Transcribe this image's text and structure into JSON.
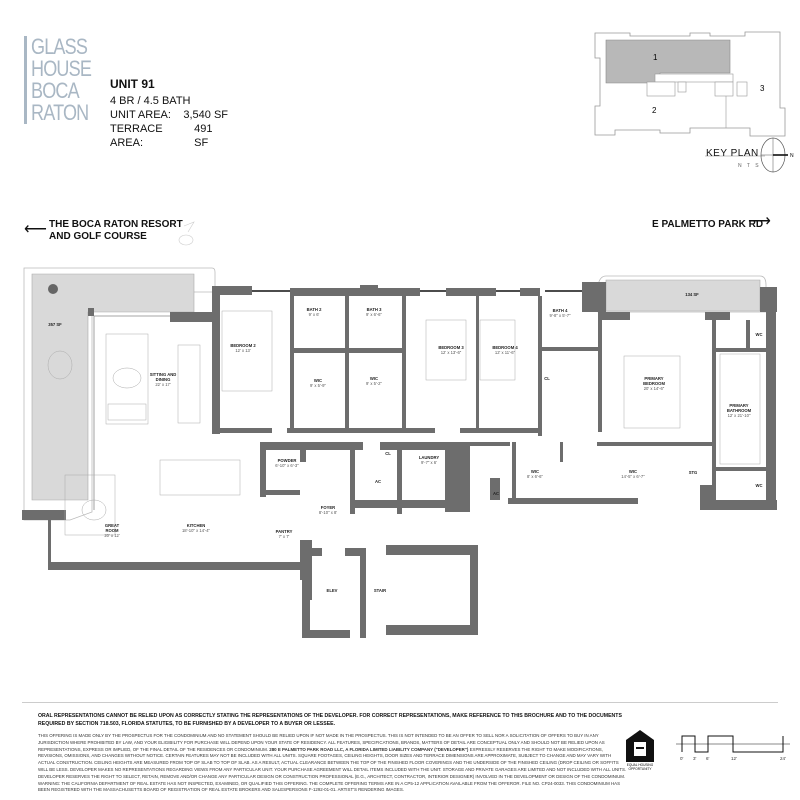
{
  "brand": {
    "logo_lines": [
      "GLASS",
      "HOUSE",
      "BOCA",
      "RATON"
    ],
    "accent_color": "#a9b7c4"
  },
  "unit_info": {
    "title": "UNIT 91",
    "bed_bath": "4 BR / 4.5 BATH",
    "unit_area_label": "UNIT AREA:",
    "unit_area_value": "3,540 SF",
    "terrace_area_label": "TERRACE AREA:",
    "terrace_area_value": "491 SF"
  },
  "key_plan": {
    "label": "KEY PLAN",
    "scale_note": "N T S",
    "north_label": "N",
    "units": [
      "1",
      "2",
      "3"
    ],
    "highlighted_unit": "1"
  },
  "directions": {
    "left_line1": "THE BOCA RATON RESORT",
    "left_line2": "AND GOLF COURSE",
    "right": "E PALMETTO PARK RD"
  },
  "rooms": [
    {
      "id": "terrace-west",
      "name": "357 SF",
      "dims": ""
    },
    {
      "id": "sitting-dining",
      "name": "SITTING AND DINING",
      "dims": "22' x 17'"
    },
    {
      "id": "bedroom-2",
      "name": "BEDROOM 2",
      "dims": "12' x 13'"
    },
    {
      "id": "bath-2",
      "name": "BATH 2",
      "dims": "9' x 6'"
    },
    {
      "id": "bath-3",
      "name": "BATH 3",
      "dims": "9' x 6'-6\""
    },
    {
      "id": "wic-2",
      "name": "WIC",
      "dims": "9' x 5'-9\""
    },
    {
      "id": "wic-3",
      "name": "WIC",
      "dims": "9' x 5'-2\""
    },
    {
      "id": "bedroom-3",
      "name": "BEDROOM 3",
      "dims": "12' x 13'-6\""
    },
    {
      "id": "bedroom-4",
      "name": "BEDROOM 4",
      "dims": "12' x 11'-6\""
    },
    {
      "id": "bath-4",
      "name": "BATH 4",
      "dims": "9'-8\" x 5'-7\""
    },
    {
      "id": "cl-1",
      "name": "CL",
      "dims": ""
    },
    {
      "id": "terrace-east",
      "name": "134 SF",
      "dims": ""
    },
    {
      "id": "primary-bedroom",
      "name": "PRIMARY BEDROOM",
      "dims": "20' x 14'-6\""
    },
    {
      "id": "primary-bathroom",
      "name": "PRIMARY BATHROOM",
      "dims": "12' x 21'-10\""
    },
    {
      "id": "wc-1",
      "name": "WC",
      "dims": ""
    },
    {
      "id": "wc-2",
      "name": "WC",
      "dims": ""
    },
    {
      "id": "stg",
      "name": "STG",
      "dims": ""
    },
    {
      "id": "wic-primary-1",
      "name": "WIC",
      "dims": "8' x 6'-6\""
    },
    {
      "id": "wic-primary-2",
      "name": "WIC",
      "dims": "14'-5\" x 6'-7\""
    },
    {
      "id": "ac-1",
      "name": "AC",
      "dims": ""
    },
    {
      "id": "ac-2",
      "name": "AC",
      "dims": ""
    },
    {
      "id": "laundry",
      "name": "LAUNDRY",
      "dims": "9'-7\" x 6'"
    },
    {
      "id": "cl-2",
      "name": "CL",
      "dims": ""
    },
    {
      "id": "powder",
      "name": "POWDER",
      "dims": "6'-10\" x 6'-3\""
    },
    {
      "id": "foyer",
      "name": "FOYER",
      "dims": "8'-10\" x 8'"
    },
    {
      "id": "pantry",
      "name": "PANTRY",
      "dims": "7' x 7'"
    },
    {
      "id": "kitchen",
      "name": "KITCHEN",
      "dims": "18'-10\" x 14'-4\""
    },
    {
      "id": "great-room",
      "name": "GREAT ROOM",
      "dims": "20' x 12'"
    },
    {
      "id": "elev",
      "name": "ELEV",
      "dims": ""
    },
    {
      "id": "stair",
      "name": "STAIR",
      "dims": ""
    }
  ],
  "legal": {
    "bold": "ORAL REPRESENTATIONS CANNOT BE RELIED UPON AS CORRECTLY STATING THE REPRESENTATIONS OF THE DEVELOPER. FOR CORRECT REPRESENTATIONS, MAKE REFERENCE TO THIS BROCHURE AND TO THE DOCUMENTS REQUIRED BY SECTION 718.503, FLORIDA STATUTES, TO BE FURNISHED BY A DEVELOPER TO A BUYER OR LESSEE.",
    "body": "THIS OFFERING IS MADE ONLY BY THE PROSPECTUS FOR THE CONDOMINIUM AND NO STATEMENT SHOULD BE RELIED UPON IF NOT MADE IN THE PROSPECTUS. THIS IS NOT INTENDED TO BE AN OFFER TO SELL NOR A SOLICITATION OF OFFERS TO BUY IN ANY JURISDICTION WHERE PROHIBITED BY LAW, AND YOUR ELIGIBILITY FOR PURCHASE WILL DEPEND UPON YOUR STATE OF RESIDENCY. ALL FEATURES, SPECIFICATIONS, BRANDS, MATTERS OF DETAIL ARE CONCEPTUAL ONLY AND SHOULD NOT BE RELIED UPON AS REPRESENTATIONS, EXPRESS OR IMPLIED, OF THE FINAL DETAIL OF THE RESIDENCES OR CONDOMINIUM.",
    "developer": "280 E PALMETTO PARK ROAD LLC, A FLORIDA LIMITED LIABILITY COMPANY (\"DEVELOPER\")",
    "body2": "EXPRESSLY RESERVES THE RIGHT TO MAKE MODIFICATIONS, REVISIONS, OMISSIONS, AND CHANGES WITHOUT NOTICE. CERTAIN FEATURES MAY NOT BE INCLUDED WITH ALL UNITS. SQUARE FOOTAGES, CEILING HEIGHTS, DOOR SIZES AND TERRACE DIMENSIONS ARE APPROXIMATE, SUBJECT TO CHANGE AND MAY VARY WITH ACTUAL CONSTRUCTION. CEILING HEIGHTS ARE MEASURED FROM TOP OF SLAB TO TOP OF SLAB. AS A RESULT, ACTUAL CLEARANCE BETWEEN THE TOP OF THE FINISHED FLOOR COVERINGS AND THE UNDERSIDE OF THE FINISHED CEILING (DROP CEILING OR SOFFITS WILL BE LESS. DEVELOPER MAKES NO REPRESENTATIONS REGARDING VIEWS FROM ANY PARTICULAR UNIT. YOUR PURCHASE AGREEMENT WILL DETAIL ITEMS INCLUDED WITH THE UNIT. STORAGE AND PRIVATE GARAGES ARE LIMITED AND NOT INCLUDED WITH ALL UNITS. DEVELOPER RESERVES THE RIGHT TO SELECT, RETAIN, REMOVE AND/OR CHANGE ANY PARTICULAR DESIGN OR CONSTRUCTION PROFESSIONAL (E.G., ARCHITECT, CONTRACTOR, INTERIOR DESIGNER) INVOLVED IN THE DEVELOPMENT OR DESIGN OF THE CONDOMINIUM. WARNING: THE CALIFORNIA DEPARTMENT OF REAL ESTATE HAS NOT INSPECTED, EXAMINED, OR QUALIFIED THIS OFFERING. THE COMPLETE OFFERING TERMS ARE IN A CP5-12 APPLICATION AVAILABLE FROM THE OFFEROR. FILE NO. CP24-0033. THIS CONDOMINIUM HAS BEEN REGISTERED WITH THE MASSACHUSETTS BOARD OF REGISTRATION OF REAL ESTATE BROKERS AND SALESPERSONS F-1292-01-01. ARTIST'S RENDERING IMAGES."
  },
  "equal_housing": {
    "label_line1": "EQUAL HOUSING",
    "label_line2": "OPPORTUNITY"
  },
  "scale_bar": {
    "ticks": [
      "0'",
      "3'",
      "6'",
      "12'",
      "24'"
    ]
  }
}
